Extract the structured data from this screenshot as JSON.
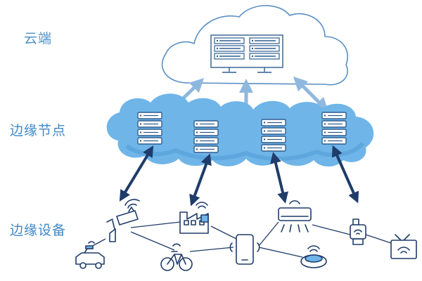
{
  "tiers": {
    "cloud": "云端",
    "edge_node": "边缘节点",
    "edge_device": "边缘设备"
  },
  "colors": {
    "cloud_outline": "#5a8fc2",
    "edge_cloud_fill": "#6fb5e8",
    "edge_cloud_shadow": "#4f9ad6",
    "server_stroke": "#2f5d8f",
    "arrow_dark": "#1f3c6a",
    "arrow_light": "#8fb8df",
    "label_blue": "#4f91c9",
    "device_line": "#1f3c6a"
  },
  "servers": {
    "cloud_server_count": 2,
    "edge_node_count": 4
  },
  "devices": [
    {
      "name": "cctv-camera-icon"
    },
    {
      "name": "factory-icon"
    },
    {
      "name": "car-icon"
    },
    {
      "name": "bicycle-icon"
    },
    {
      "name": "smartphone-icon"
    },
    {
      "name": "air-conditioner-icon"
    },
    {
      "name": "robot-vacuum-icon"
    },
    {
      "name": "smartwatch-icon"
    },
    {
      "name": "smart-tv-icon"
    }
  ]
}
